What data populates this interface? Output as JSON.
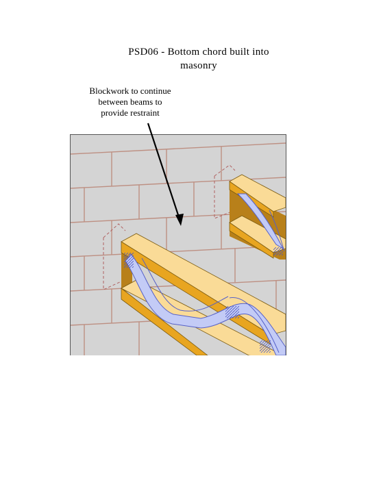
{
  "page": {
    "title_line1": "PSD06 - Bottom chord built into",
    "title_line2": "masonry"
  },
  "callout": {
    "line1": "Blockwork to continue",
    "line2": "between beams to",
    "line3": "provide restraint"
  },
  "figure": {
    "colors": {
      "block_fill": "#d4d4d4",
      "mortar": "#bd8f82",
      "timber_light": "#fadb97",
      "timber_dark": "#e8a520",
      "pocket_shadow": "#b8801a",
      "strap_fill": "#c3cbf6",
      "strap_line": "#5560c8",
      "pocket_outline": "#b06060"
    },
    "icons": [
      "arrow-pointer"
    ]
  }
}
